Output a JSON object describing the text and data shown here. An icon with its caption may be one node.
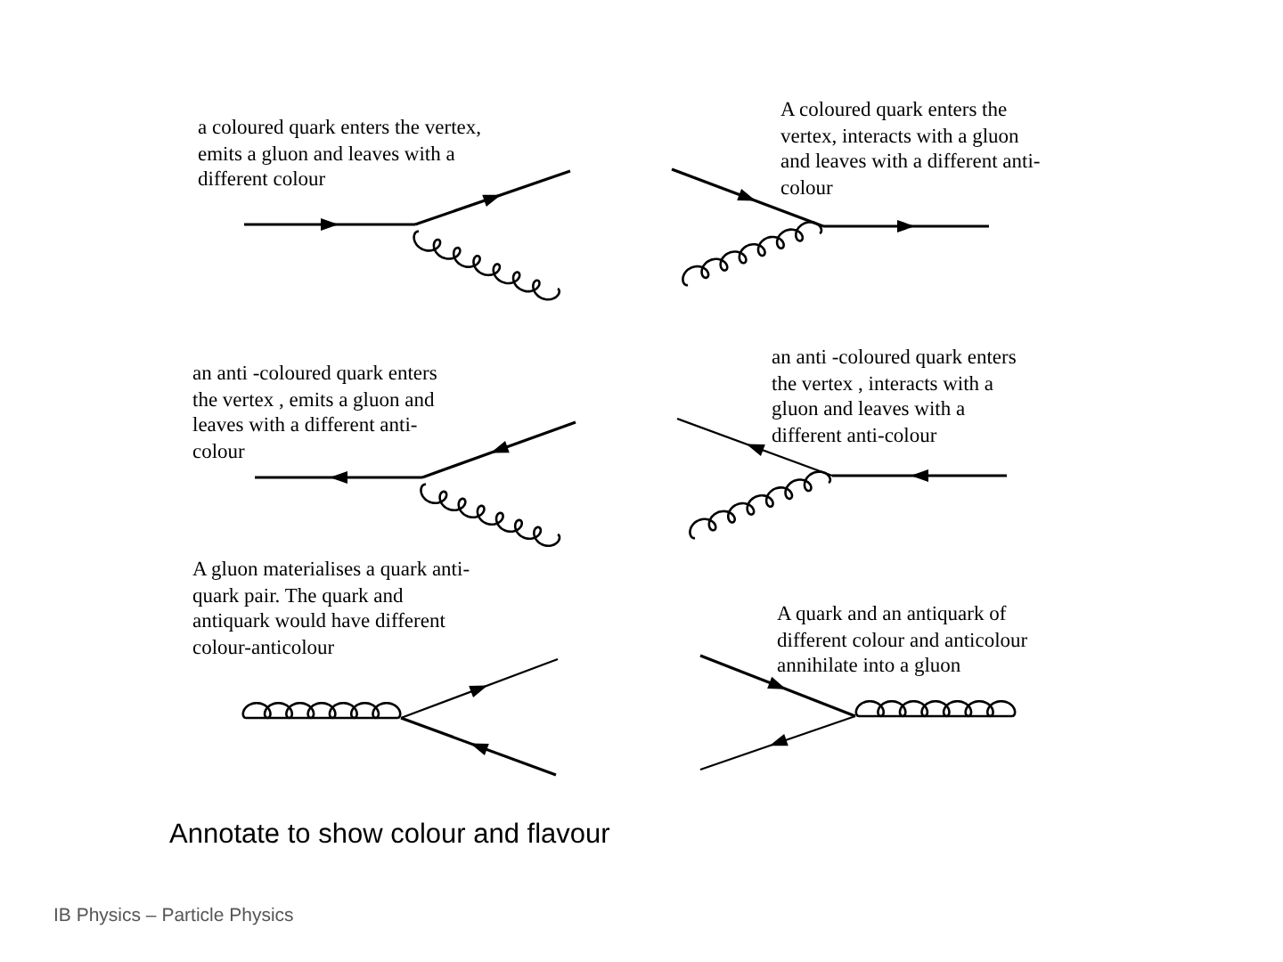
{
  "diagram": {
    "labels": [
      "a coloured quark enters the vertex, emits a gluon and leaves with a different colour",
      "A coloured quark enters the vertex, interacts with a gluon and leaves with a different anti-colour",
      "an anti -coloured quark enters the vertex , emits a gluon and leaves with a different anti-colour",
      "an anti -coloured quark enters the vertex , interacts with a gluon and leaves with a different anti-colour",
      "A gluon materialises a quark anti-quark pair. The quark and antiquark would have different colour-anticolour",
      "A quark and an antiquark of different colour and anticolour annihilate into a gluon",
      "Annotate to show colour and flavour",
      "IB Physics – Particle Physics"
    ]
  }
}
